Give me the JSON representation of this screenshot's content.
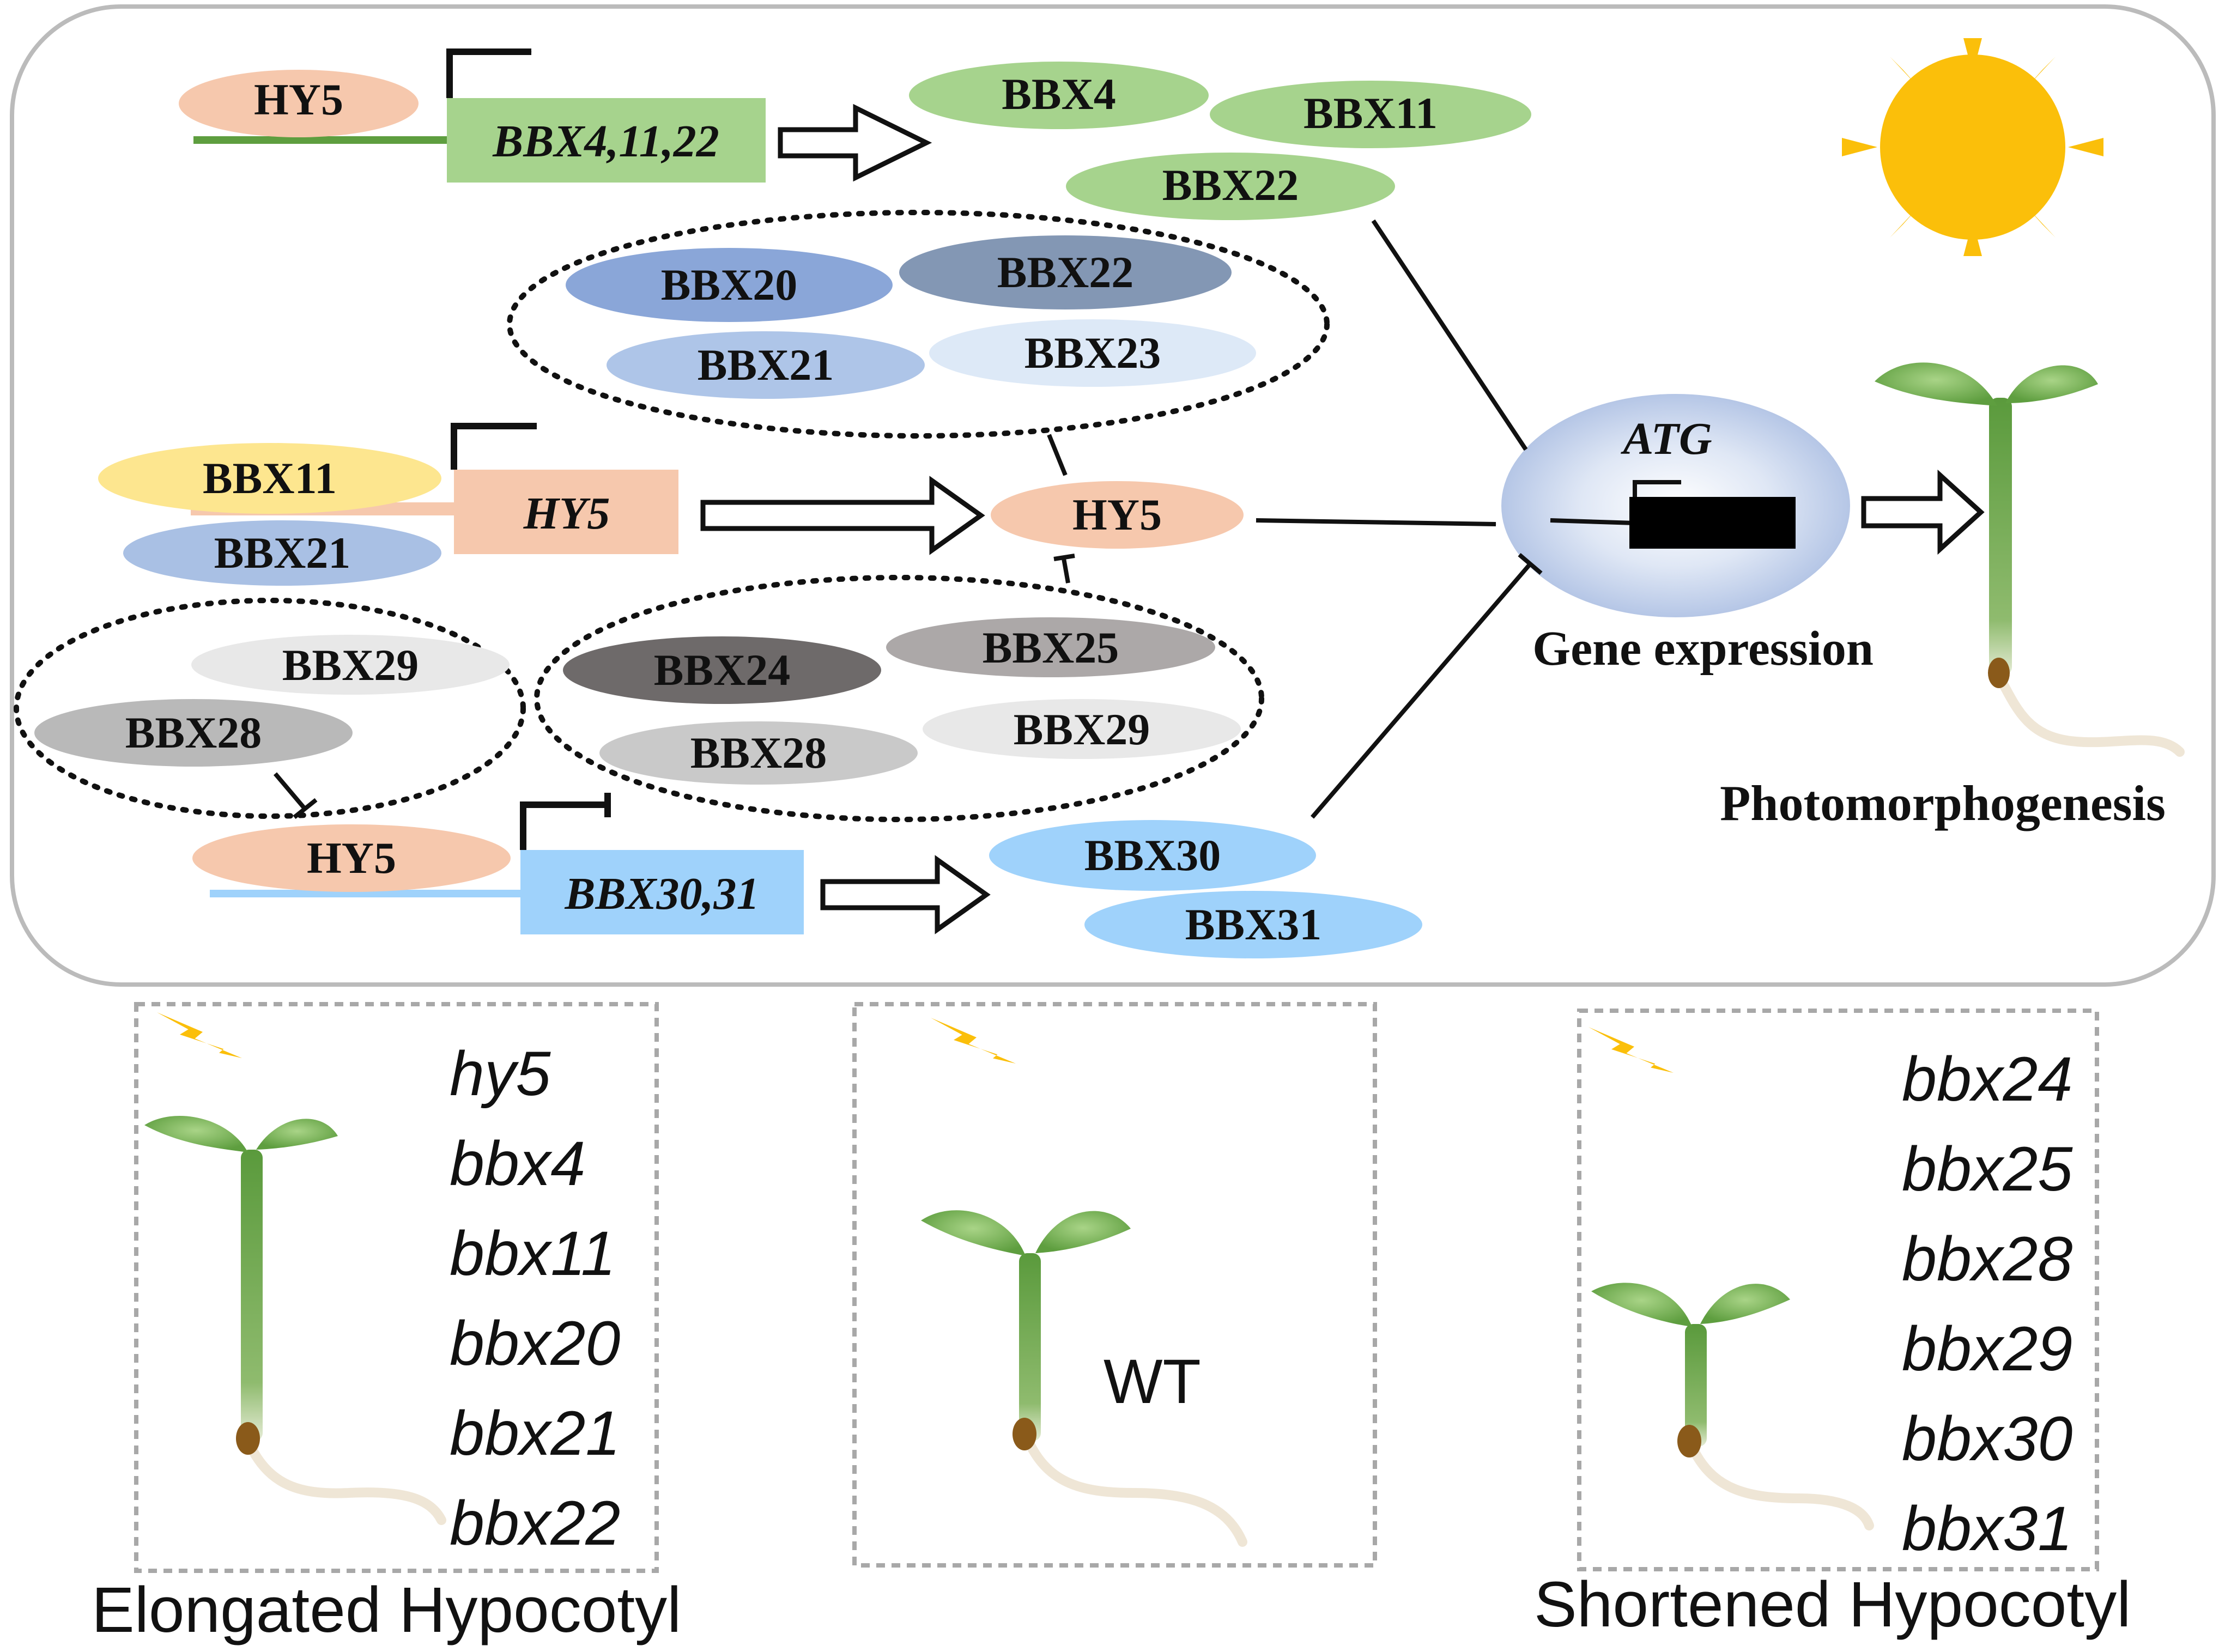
{
  "colors": {
    "hy5": "#f6c8ad",
    "bbx_green": "#a6d38d",
    "bbx_yellow": "#fde68f",
    "bbx_blue": "#a9c0e4",
    "bbx_lightblue": "#9fd2fb",
    "sun": "#fbbf0a"
  },
  "pathway1": {
    "tf": "HY5",
    "gene": "BBX4,11,22",
    "proteins": [
      "BBX4",
      "BBX11",
      "BBX22"
    ]
  },
  "positive_cluster": [
    "BBX20",
    "BBX22",
    "BBX21",
    "BBX23"
  ],
  "pathway2": {
    "tf1": "BBX11",
    "tf2": "BBX21",
    "gene": "HY5",
    "protein": "HY5"
  },
  "negative_cluster_left": [
    "BBX29",
    "BBX28"
  ],
  "negative_cluster_right": [
    "BBX24",
    "BBX25",
    "BBX28",
    "BBX29"
  ],
  "pathway3": {
    "tf": "HY5",
    "gene": "BBX30,31",
    "proteins": [
      "BBX30",
      "BBX31"
    ]
  },
  "target": {
    "atg": "ATG",
    "caption": "Gene expression"
  },
  "outcome": "Photomorphogenesis",
  "panels": {
    "elongated": {
      "mutants": [
        "hy5",
        "bbx4",
        "bbx11",
        "bbx20",
        "bbx21",
        "bbx22"
      ],
      "caption": "Elongated Hypocotyl"
    },
    "wild_type": {
      "label": "WT"
    },
    "shortened": {
      "mutants": [
        "bbx24",
        "bbx25",
        "bbx28",
        "bbx29",
        "bbx30",
        "bbx31"
      ],
      "caption": "Shortened Hypocotyl"
    }
  }
}
